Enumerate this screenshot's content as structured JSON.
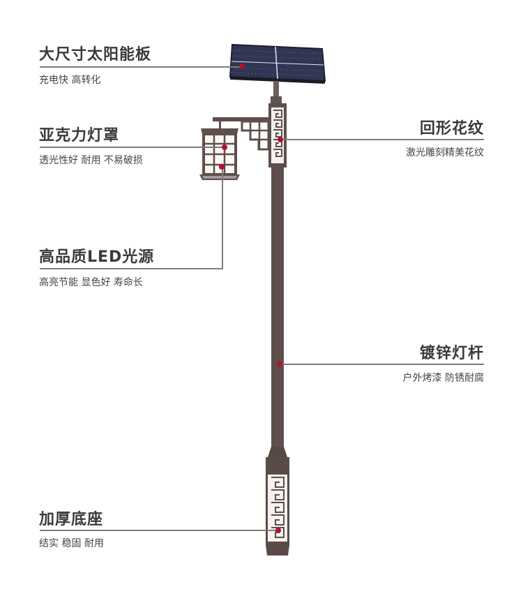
{
  "labels": {
    "solar_panel": {
      "title": "大尺寸太阳能板",
      "subtitle": "充电快 高转化"
    },
    "lamp_shade": {
      "title": "亚克力灯罩",
      "subtitle": "透光性好 耐用 不易破损"
    },
    "led_source": {
      "title": "高品质LED光源",
      "subtitle": "高亮节能 显色好 寿命长"
    },
    "fret_pattern": {
      "title": "回形花纹",
      "subtitle": "激光雕刻精美花纹"
    },
    "pole": {
      "title": "镀锌灯杆",
      "subtitle": "户外烤漆 防锈耐腐"
    },
    "base": {
      "title": "加厚底座",
      "subtitle": "结实 稳固 耐用"
    }
  },
  "colors": {
    "pole": "#5e4f4c",
    "panel": "#2f3553",
    "marker": "#b3102f",
    "leader_line": "#7b7b7b",
    "title_text": "#3a3a3a"
  }
}
